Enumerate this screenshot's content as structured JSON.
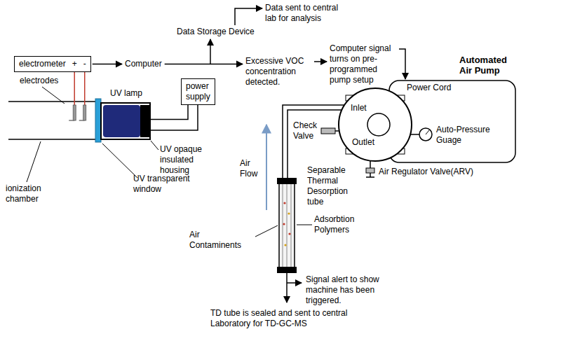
{
  "diagram": {
    "nodes": [
      {
        "text": [
          "electrometer",
          "+",
          "-"
        ]
      },
      {
        "text": [
          "power supply"
        ]
      },
      {
        "text": [
          "UV lamp"
        ]
      }
    ],
    "edges": [
      {
        "from": 1,
        "to": 2,
        "arrow": "none"
      }
    ],
    "labels": [
      "Computer",
      "Data Storage Device",
      "Data sent to central lab for analysis",
      "Excessive VOC concentration detected.",
      "Computer signal turns on pre-programmed pump setup",
      "Automated Air Pump",
      "Power Cord",
      "Inlet",
      "Outlet",
      "Check Valve",
      "Auto-Pressure Guage",
      "Air Regulator Valve(ARV)",
      "Air Flow",
      "Separable Thermal Desorption tube",
      "Adsorbtion Polymers",
      "Air Contaminents",
      "Signal alert to show machine has been triggered.",
      "TD tube is sealed and sent to central Laboratory for TD-GC-MS",
      "electrodes",
      "UV opaque insulated housing",
      "UV transparent window",
      "ionization chamber"
    ]
  }
}
